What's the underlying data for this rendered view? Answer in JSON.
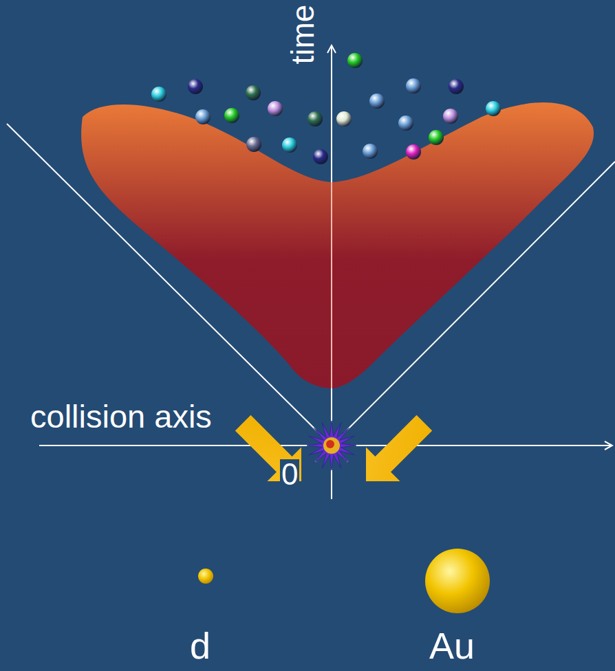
{
  "diagram": {
    "labels": [
      "time",
      "collision axis",
      "0",
      "d",
      "Au"
    ]
  }
}
